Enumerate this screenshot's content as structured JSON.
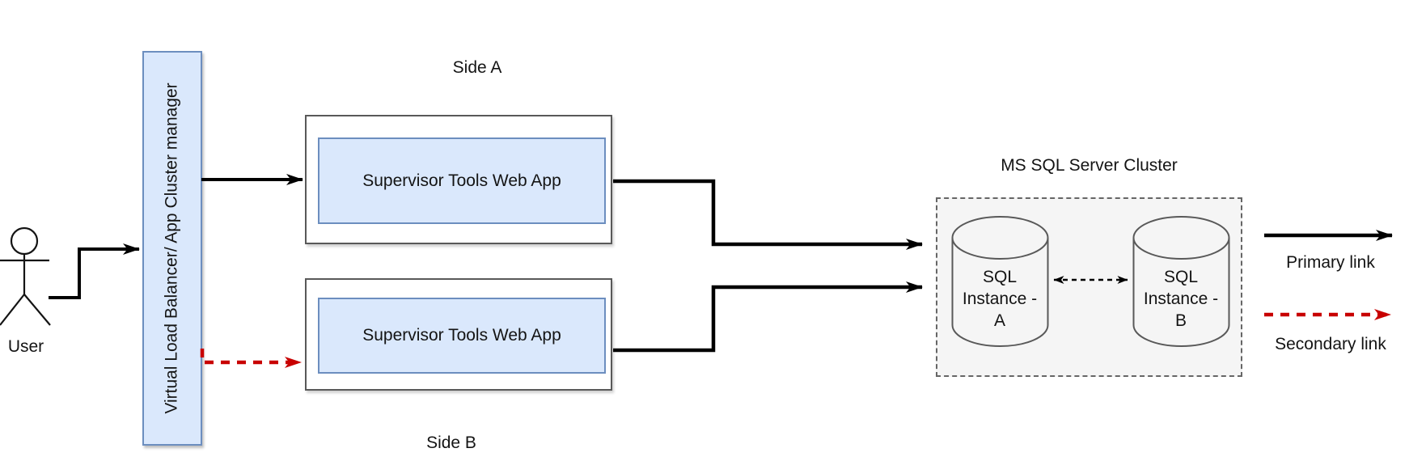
{
  "nodes": {
    "user": {
      "label": "User"
    },
    "load_balancer": {
      "label": "Virtual Load Balancer/ App Cluster manager"
    },
    "side_a": {
      "label": "Side A",
      "app": "Supervisor Tools Web App"
    },
    "side_b": {
      "label": "Side B",
      "app": "Supervisor Tools Web App"
    },
    "sql_cluster": {
      "label": "MS SQL Server Cluster",
      "instance_a": {
        "lines": [
          "SQL",
          "Instance -",
          "A"
        ]
      },
      "instance_b": {
        "lines": [
          "SQL",
          "Instance -",
          "B"
        ]
      }
    }
  },
  "legend": {
    "primary": "Primary link",
    "secondary": "Secondary link"
  },
  "colors": {
    "node_fill": "#dae8fc",
    "node_stroke": "#6c8ebf",
    "container_stroke": "#595959",
    "cluster_fill": "#f5f5f5",
    "cluster_stroke": "#666666",
    "primary_link": "#000000",
    "secondary_link": "#c80000",
    "text": "#141414"
  }
}
